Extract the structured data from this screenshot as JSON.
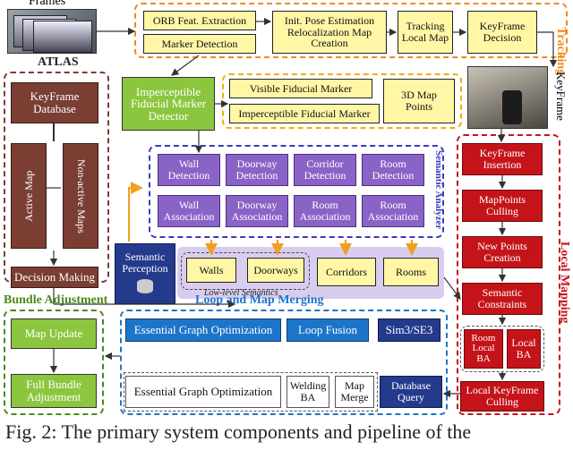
{
  "frames_label": "Frames",
  "keyframe_label": "KeyFrame",
  "atlas": {
    "title": "ATLAS",
    "keyframe_db": "KeyFrame Database",
    "active_map": "Active Map",
    "non_active_maps": "Non-active Maps",
    "decision_making": "Decision Making"
  },
  "tracking": {
    "title": "Tracking",
    "orb": "ORB Feat. Extraction",
    "marker_detection": "Marker Detection",
    "init_pose": "Init. Pose Estimation Relocalization Map Creation",
    "tracking_local_map": "Tracking Local Map",
    "keyframe_decision": "KeyFrame Decision"
  },
  "imperceptible_detector": "Imperceptible Fiducial Marker Detector",
  "markers": {
    "visible": "Visible Fiducial Marker",
    "imperceptible": "Imperceptible Fiducial Marker",
    "map_points": "3D Map Points"
  },
  "semantic_analyzer": {
    "title": "Semantic Analyzer",
    "wall_detection": "Wall Detection",
    "doorway_detection": "Doorway Detection",
    "corridor_detection": "Corridor Detection",
    "room_detection": "Room Detection",
    "wall_association": "Wall Association",
    "doorway_association": "Doorway Association",
    "room_association_1": "Room Association",
    "room_association_2": "Room Association"
  },
  "semantic_perception": "Semantic Perception",
  "low_level": {
    "title": "Low-level Semantics",
    "walls": "Walls",
    "doorways": "Doorways",
    "corridors": "Corridors",
    "rooms": "Rooms"
  },
  "local_mapping": {
    "title": "Local Mapping",
    "keyframe_insertion": "KeyFrame Insertion",
    "mappoints_culling": "MapPoints Culling",
    "new_points": "New Points Creation",
    "semantic_constraints": "Semantic Constraints",
    "room_local_ba": "Room Local BA",
    "local_ba": "Local BA",
    "local_keyframe_culling": "Local KeyFrame Culling"
  },
  "bundle_adjustment": {
    "title": "Bundle Adjustment",
    "map_update": "Map Update",
    "full_ba": "Full Bundle Adjustment"
  },
  "loop_merging": {
    "title": "Loop and Map Merging",
    "egopt_1": "Essential Graph Optimization",
    "loop_fusion": "Loop Fusion",
    "sim3": "Sim3/SE3",
    "egopt_2": "Essential Graph Optimization",
    "welding_ba": "Welding BA",
    "map_merge": "Map Merge",
    "database_query": "Database Query"
  },
  "caption": "Fig. 2: The primary system components and pipeline of the"
}
